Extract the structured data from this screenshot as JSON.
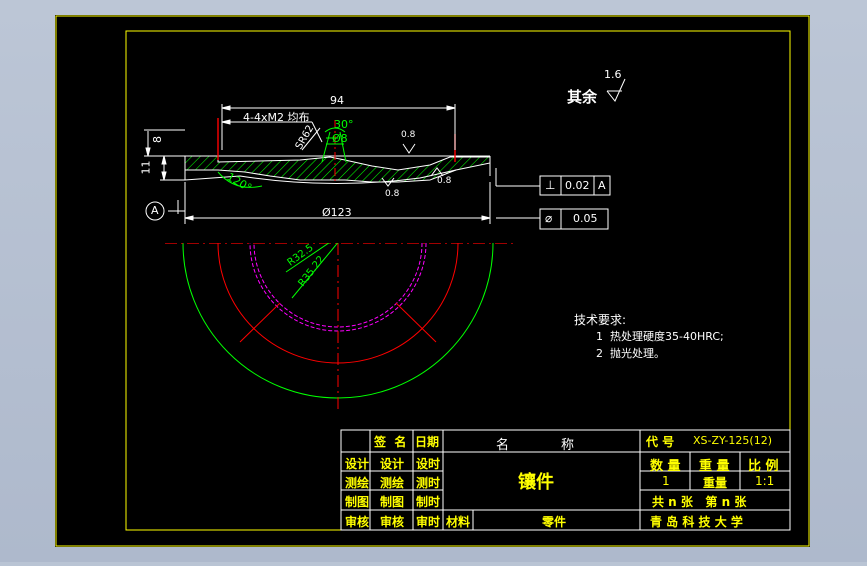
{
  "colors": {
    "background": "#000000",
    "frame": "#ffff00",
    "line": "#ffffff",
    "dimension": "#00ff00",
    "hatch": "#00ff00",
    "section": "#ff0000",
    "hidden": "#ff00ff",
    "chrome": "#b9c4d4"
  },
  "drawing": {
    "dims": {
      "length_94": "94",
      "holes": "4-4xM2 均布",
      "sr": "SR62",
      "angle_30": "30°",
      "dia_8": "Ø8",
      "height_8": "8",
      "height_11": "11",
      "angle_120": "120°",
      "dia_123": "Ø123",
      "r_32_5": "R32.5",
      "r_35_22": "R35.22"
    },
    "roughness": {
      "rest_label": "其余",
      "rest_value": "1.6",
      "values": [
        "0.8",
        "0.8",
        "0.8"
      ]
    },
    "datum": "A",
    "tolerance_perp": {
      "symbol": "⊥",
      "value": "0.02",
      "datum": "A"
    },
    "tolerance_dia": {
      "symbol": "⌀",
      "value": "0.05"
    }
  },
  "tech_requirements": {
    "title": "技术要求:",
    "items": [
      "1  热处理硬度35-40HRC;",
      "2  抛光处理。"
    ]
  },
  "title_block": {
    "hdr_sign": "签  名",
    "hdr_date": "日期",
    "hdr_name": "名",
    "hdr_name2": "称",
    "hdr_code": "代 号",
    "code_value": "XS-ZY-125(12)",
    "row_design": "设计",
    "row_draw": "测绘",
    "row_plot": "制图",
    "row_review": "审核",
    "sig_design": "设计",
    "sig_draw": "测绘",
    "sig_plot": "制图",
    "sig_review": "审核",
    "date_design": "设时",
    "date_draw": "测时",
    "date_plot": "制时",
    "date_review": "审时",
    "part_name": "镶件",
    "material_label": "材料",
    "material_value": "零件",
    "hdr_qty": "数 量",
    "hdr_weight": "重 量",
    "hdr_scale": "比 例",
    "qty_value": "1",
    "weight_value": "重量",
    "scale_value": "1:1",
    "sheets": "共 n 张   第 n 张",
    "school": "青 岛 科 技 大 学"
  }
}
